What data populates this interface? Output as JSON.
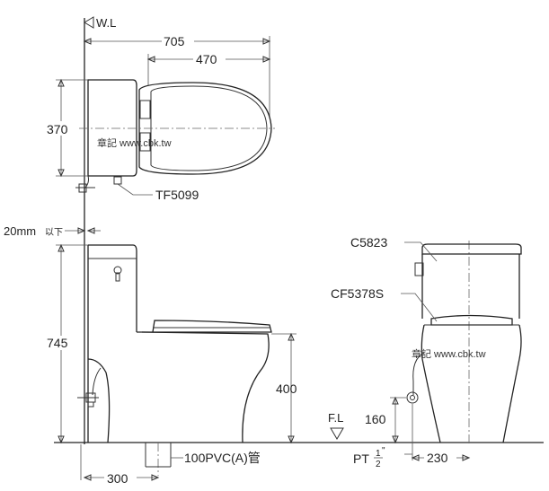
{
  "labels": {
    "wall_line": "W.L",
    "floor_line": "F.L",
    "dim_705": "705",
    "dim_470": "470",
    "dim_370": "370",
    "dim_745": "745",
    "dim_400": "400",
    "dim_300": "300",
    "dim_160": "160",
    "dim_230": "230",
    "dim_20mm": "20mm",
    "dim_20mm_suffix": "以下",
    "part_tf5099": "TF5099",
    "part_c5823": "C5823",
    "part_cf5378s": "CF5378S",
    "pipe_label": "100PVC(A)管",
    "pt_label": "PT",
    "pt_num": "1",
    "pt_den": "2",
    "pt_unit": "\"",
    "watermark_top": "章記 www.cbk.tw",
    "watermark_side": "章記 www.cbk.tw"
  }
}
